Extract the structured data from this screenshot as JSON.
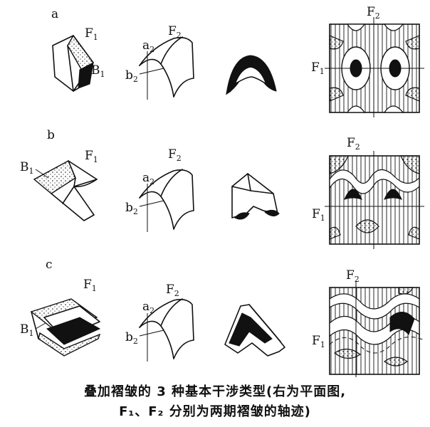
{
  "rows": [
    {
      "id": "a",
      "f1": {
        "main": "F",
        "sub": "1"
      },
      "b1": {
        "main": "B",
        "sub": "1"
      }
    },
    {
      "id": "b",
      "f1": {
        "main": "F",
        "sub": "1"
      },
      "b1": {
        "main": "B",
        "sub": "1"
      }
    },
    {
      "id": "c",
      "f1": {
        "main": "F",
        "sub": "1"
      },
      "b1": {
        "main": "B",
        "sub": "1"
      }
    }
  ],
  "second_fold": {
    "f2": {
      "main": "F",
      "sub": "2"
    },
    "a2": {
      "main": "a",
      "sub": "2"
    },
    "b2": {
      "main": "b",
      "sub": "2"
    }
  },
  "map_labels": {
    "f1": {
      "main": "F",
      "sub": "1"
    },
    "f2": {
      "main": "F",
      "sub": "2"
    }
  },
  "caption": {
    "line1": "叠加褶皱的 3 种基本干涉类型(右为平面图,",
    "line2": "F₁、F₂ 分别为两期褶皱的轴迹)"
  }
}
